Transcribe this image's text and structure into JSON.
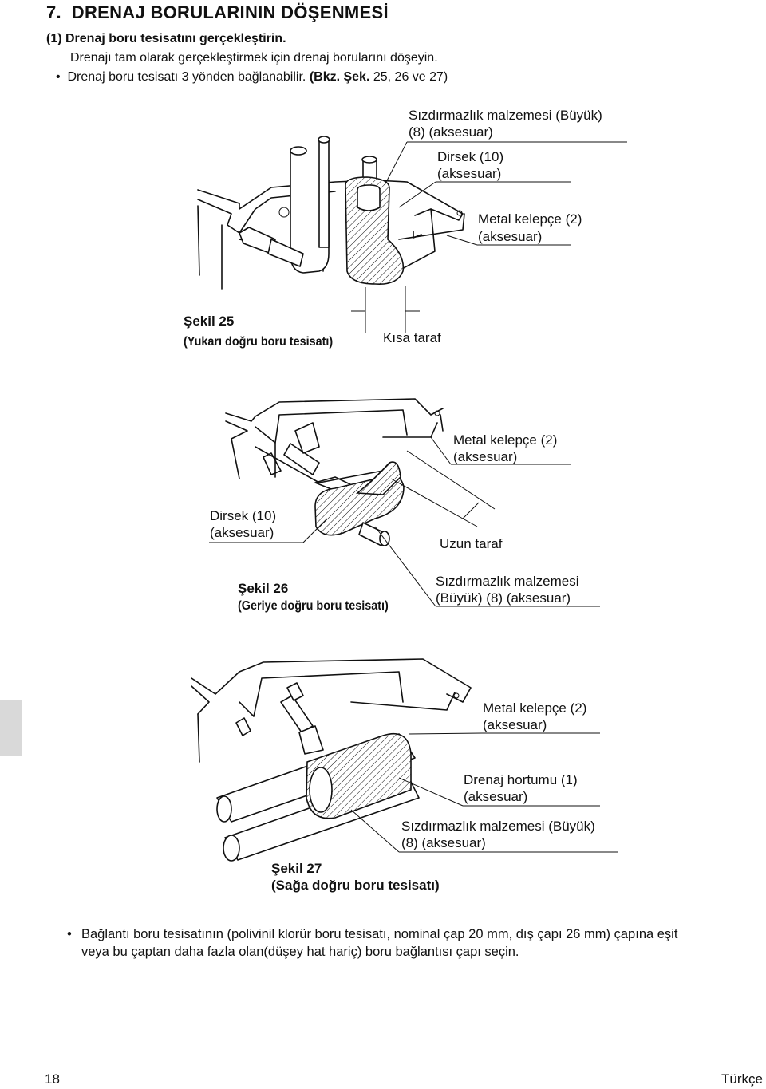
{
  "header": {
    "title": "7.  DRENAJ BORULARININ DÖŞENMESİ",
    "step": "(1) Drenaj boru tesisatını gerçekleştirin.",
    "intro": "Drenajı tam olarak gerçekleştirmek için drenaj borularını döşeyin.",
    "bullet_main": "Drenaj boru tesisatı 3 yönden bağlanabilir.",
    "bullet_ref_bold": "(Bkz. Şek.",
    "bullet_ref_rest": " 25, 26 ve 27)"
  },
  "figure25": {
    "seal_line1": "Sızdırmazlık malzemesi (Büyük)",
    "seal_line2": "(8) (aksesuar)",
    "elbow_line1": "Dirsek (10)",
    "elbow_line2": "(aksesuar)",
    "clamp_line1": "Metal kelepçe (2)",
    "clamp_line2": "(aksesuar)",
    "caption_title": "Şekil 25",
    "caption_sub": "(Yukarı doğru boru tesisatı)",
    "side_label": "Kısa taraf"
  },
  "figure26": {
    "clamp_line1": "Metal kelepçe (2)",
    "clamp_line2": "(aksesuar)",
    "elbow_line1": "Dirsek (10)",
    "elbow_line2": "(aksesuar)",
    "side_label": "Uzun taraf",
    "caption_title": "Şekil 26",
    "caption_sub": "(Geriye doğru boru tesisatı)",
    "seal_line1": "Sızdırmazlık malzemesi",
    "seal_line2": "(Büyük) (8) (aksesuar)"
  },
  "figure27": {
    "clamp_line1": "Metal kelepçe (2)",
    "clamp_line2": "(aksesuar)",
    "hose_line1": "Drenaj hortumu (1)",
    "hose_line2": "(aksesuar)",
    "seal_line1": "Sızdırmazlık malzemesi (Büyük)",
    "seal_line2": "(8) (aksesuar)",
    "caption_title": "Şekil 27",
    "caption_sub": "(Sağa doğru boru tesisatı)"
  },
  "note": {
    "line1": "Bağlantı boru tesisatının (polivinil klorür boru tesisatı, nominal çap 20 mm, dış çapı 26 mm) çapına eşit",
    "line2": "veya bu çaptan daha fazla olan(düşey hat hariç) boru bağlantısı çapı seçin."
  },
  "footer": {
    "page_number": "18",
    "language": "Türkçe"
  }
}
